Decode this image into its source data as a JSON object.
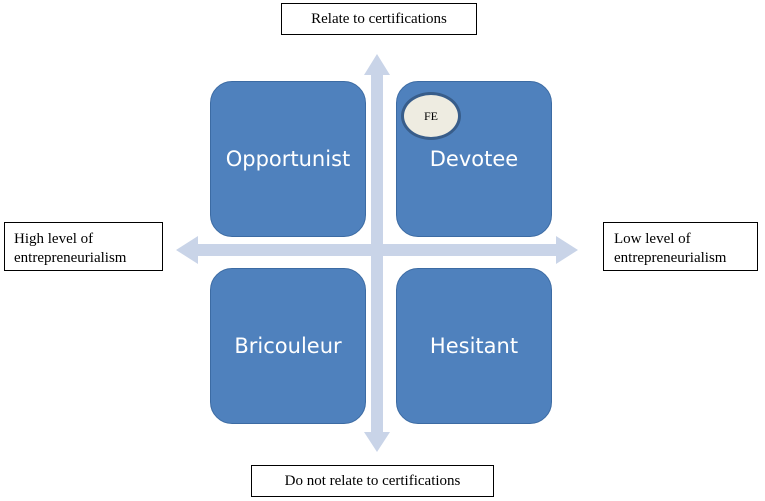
{
  "axes": {
    "top": "Relate to certifications",
    "bottom": "Do not relate to certifications",
    "left_line1": "High level of",
    "left_line2": "entrepreneurialism",
    "right_line1": "Low level of",
    "right_line2": "entrepreneurialism"
  },
  "quadrants": {
    "top_left": "Opportunist",
    "top_right": "Devotee",
    "bottom_left": "Bricouleur",
    "bottom_right": "Hesitant"
  },
  "marker": {
    "label": "FE"
  },
  "colors": {
    "quadrant_fill": "#4f81bd",
    "arrow_fill": "#c9d4e8",
    "marker_fill": "#eeece1",
    "marker_border": "#385d8a"
  }
}
